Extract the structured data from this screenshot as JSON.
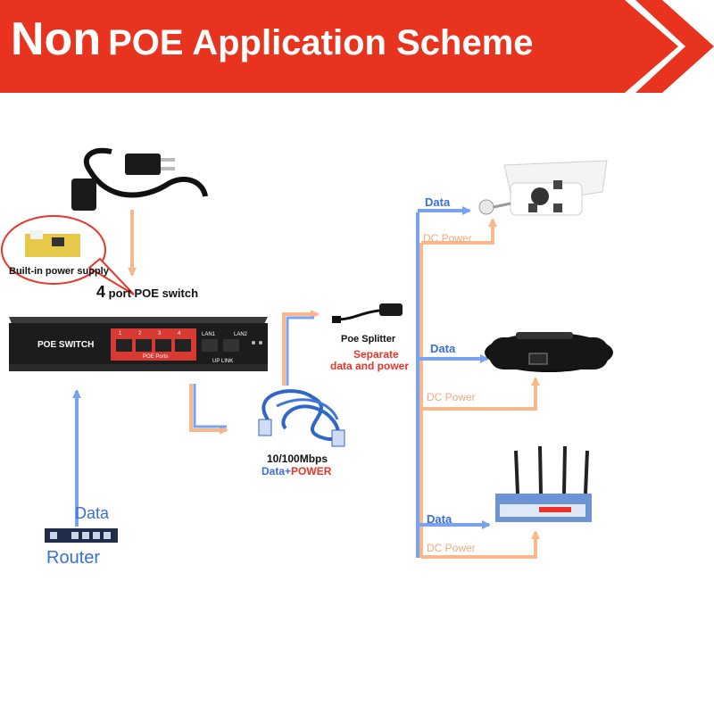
{
  "banner": {
    "title_big": "Non",
    "title_rest": "POE Application Scheme",
    "color": "#e8331f"
  },
  "colors": {
    "data_arrow": "#7aa3ef",
    "power_arrow": "#f7b98c",
    "text_blue": "#3a6fd8",
    "text_orange": "#f3a77c",
    "text_red": "#e8342a"
  },
  "switch": {
    "callout": "Built-in power supply",
    "title_num": "4",
    "title_rest": " port POE switch",
    "front_label": "POE SWITCH",
    "poe_ports_label": "POE Ports",
    "port_numbers": [
      "1",
      "2",
      "3",
      "4"
    ],
    "lan1": "LAN1",
    "lan2": "LAN2",
    "uplink": "UP LINK"
  },
  "router": {
    "data_label": "Data",
    "name": "Router"
  },
  "cable": {
    "speed": "10/100Mbps",
    "data_part": "Data+",
    "power_part": "POWER"
  },
  "splitter": {
    "name": "Poe Splitter",
    "desc_line1": "Separate",
    "desc_line2": "data and power"
  },
  "devices": [
    {
      "name": "camera",
      "data_label": "Data",
      "power_label": "DC Power"
    },
    {
      "name": "phone",
      "data_label": "Data",
      "power_label": "DC Power"
    },
    {
      "name": "wireless-router",
      "data_label": "Data",
      "power_label": "DC Power"
    }
  ]
}
